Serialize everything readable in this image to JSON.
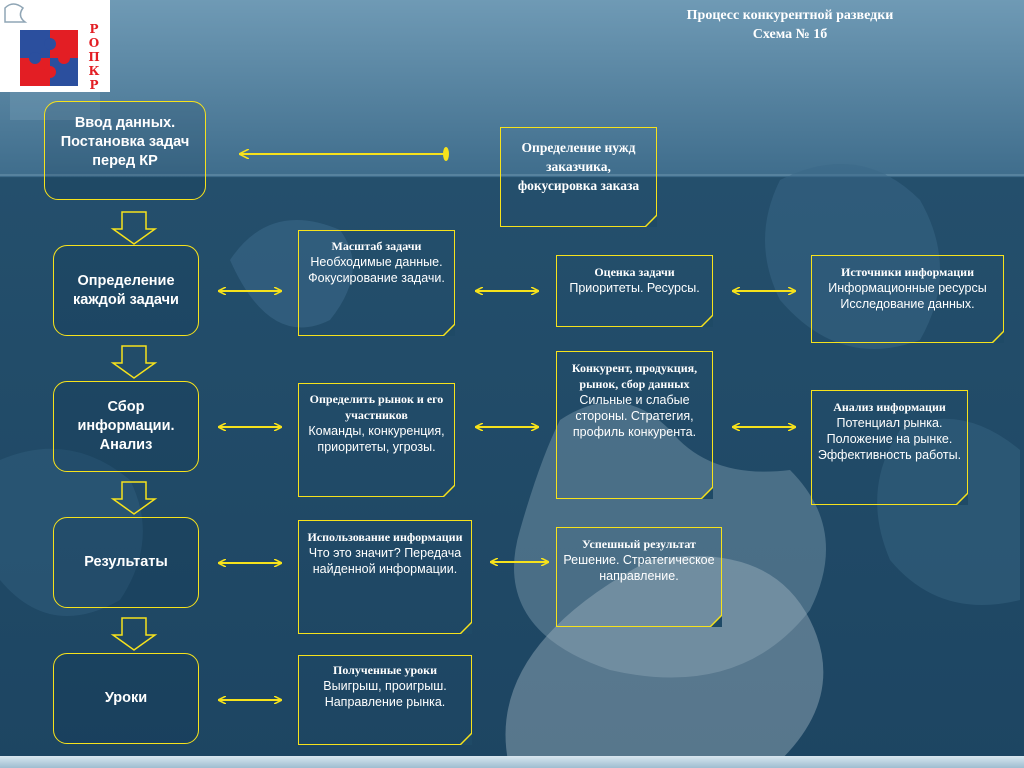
{
  "logo": {
    "letters": [
      "Р",
      "О",
      "П",
      "К",
      "Р"
    ]
  },
  "title": {
    "line1": "Процесс конкурентной разведки",
    "line2": "Схема № 1б"
  },
  "steps": [
    {
      "text": "Ввод данных. Постановка задач перед КР"
    },
    {
      "text": "Определение каждой задачи"
    },
    {
      "text": "Сбор информации. Анализ"
    },
    {
      "text": "Результаты"
    },
    {
      "text": "Уроки"
    }
  ],
  "notes": {
    "needs": {
      "heading": "Определение нужд заказчика, фокусировка заказа",
      "body": ""
    },
    "scope": {
      "heading": "Масштаб задачи",
      "body": "Необходимые данные. Фокусирование задачи."
    },
    "assessment": {
      "heading": "Оценка задачи",
      "body": "Приоритеты. Ресурсы."
    },
    "sources": {
      "heading": "Источники информации",
      "body": "Информационные ресурсы Исследование данных."
    },
    "market": {
      "heading": "Определить рынок и его участников",
      "body": "Команды, конкуренция, приоритеты, угрозы."
    },
    "competitor": {
      "heading": "Конкурент, продукция, рынок, сбор данных",
      "body": "Сильные и слабые стороны. Стратегия, профиль конкурента."
    },
    "analysis": {
      "heading": "Анализ информации",
      "body": "Потенциал рынка. Положение на рынке. Эффективность работы."
    },
    "usage": {
      "heading": "Использование информации",
      "body": "Что это значит? Передача найденной информации."
    },
    "success": {
      "heading": "Успешный результат",
      "body": "Решение. Стратегическое направление."
    },
    "lessons": {
      "heading": "Полученные уроки",
      "body": "Выигрыш, проигрыш. Направление рынка."
    }
  },
  "colors": {
    "accent": "#f6e21c",
    "background": "#2d5d7c",
    "logo_red": "#e31e24",
    "logo_blue": "#2b4f9e"
  }
}
